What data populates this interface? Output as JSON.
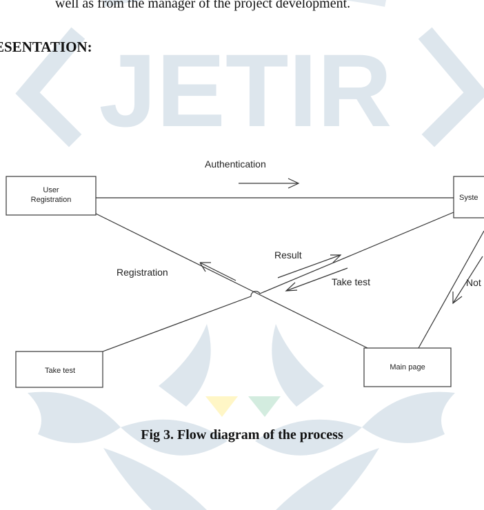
{
  "header": {
    "partial_line": "well as from the manager of the project development.",
    "section_heading": "ESENTATION:"
  },
  "watermark": {
    "text": "JETIR"
  },
  "diagram": {
    "nodes": {
      "user_registration": {
        "line1": "User",
        "line2": "Registration"
      },
      "system": "Syste",
      "take_test": "Take test",
      "main_page": "Main page"
    },
    "labels": {
      "authentication": "Authentication",
      "registration": "Registration",
      "result": "Result",
      "take_test": "Take test",
      "not": "Not"
    }
  },
  "caption": {
    "text": "Fig 3. Flow diagram of the process"
  },
  "colors": {
    "watermark": "#dde6ed",
    "line": "#333333",
    "box_border": "#444444",
    "accent_yellow": "#fff6c6",
    "accent_green": "#d3ecdf"
  }
}
